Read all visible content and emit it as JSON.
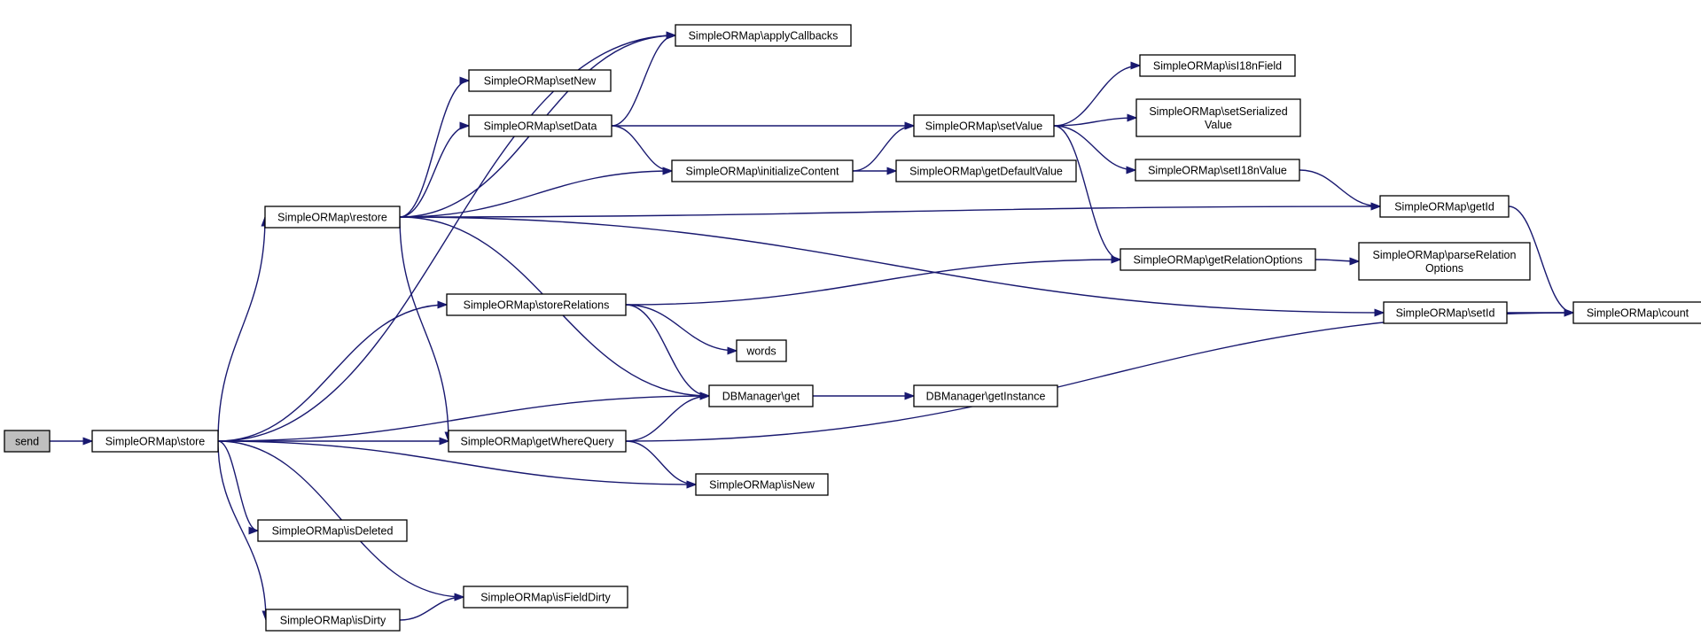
{
  "diagram": {
    "type": "call-graph",
    "nodes": [
      {
        "id": "send",
        "lines": [
          "send"
        ],
        "highlight": true
      },
      {
        "id": "store",
        "lines": [
          "SimpleORMap\\store"
        ]
      },
      {
        "id": "restore",
        "lines": [
          "SimpleORMap\\restore"
        ]
      },
      {
        "id": "applyCallbacks",
        "lines": [
          "SimpleORMap\\applyCallbacks"
        ]
      },
      {
        "id": "setNew",
        "lines": [
          "SimpleORMap\\setNew"
        ]
      },
      {
        "id": "setData",
        "lines": [
          "SimpleORMap\\setData"
        ]
      },
      {
        "id": "initializeContent",
        "lines": [
          "SimpleORMap\\initializeContent"
        ]
      },
      {
        "id": "storeRelations",
        "lines": [
          "SimpleORMap\\storeRelations"
        ]
      },
      {
        "id": "words",
        "lines": [
          "words"
        ]
      },
      {
        "id": "dbget",
        "lines": [
          "DBManager\\get"
        ]
      },
      {
        "id": "getInstance",
        "lines": [
          "DBManager\\getInstance"
        ]
      },
      {
        "id": "getWhereQuery",
        "lines": [
          "SimpleORMap\\getWhereQuery"
        ]
      },
      {
        "id": "isNew",
        "lines": [
          "SimpleORMap\\isNew"
        ]
      },
      {
        "id": "isDeleted",
        "lines": [
          "SimpleORMap\\isDeleted"
        ]
      },
      {
        "id": "isFieldDirty",
        "lines": [
          "SimpleORMap\\isFieldDirty"
        ]
      },
      {
        "id": "isDirty",
        "lines": [
          "SimpleORMap\\isDirty"
        ]
      },
      {
        "id": "setValue",
        "lines": [
          "SimpleORMap\\setValue"
        ]
      },
      {
        "id": "getDefaultValue",
        "lines": [
          "SimpleORMap\\getDefaultValue"
        ]
      },
      {
        "id": "isI18nField",
        "lines": [
          "SimpleORMap\\isI18nField"
        ]
      },
      {
        "id": "setSerializedValue",
        "lines": [
          "SimpleORMap\\setSerialized",
          "Value"
        ]
      },
      {
        "id": "setI18nValue",
        "lines": [
          "SimpleORMap\\setI18nValue"
        ]
      },
      {
        "id": "getRelationOptions",
        "lines": [
          "SimpleORMap\\getRelationOptions"
        ]
      },
      {
        "id": "parseRelationOptions",
        "lines": [
          "SimpleORMap\\parseRelation",
          "Options"
        ]
      },
      {
        "id": "getId",
        "lines": [
          "SimpleORMap\\getId"
        ]
      },
      {
        "id": "setId",
        "lines": [
          "SimpleORMap\\setId"
        ]
      },
      {
        "id": "count",
        "lines": [
          "SimpleORMap\\count"
        ]
      }
    ],
    "edges": [
      {
        "from": "send",
        "to": "store"
      },
      {
        "from": "store",
        "to": "applyCallbacks"
      },
      {
        "from": "store",
        "to": "restore"
      },
      {
        "from": "store",
        "to": "storeRelations"
      },
      {
        "from": "store",
        "to": "dbget"
      },
      {
        "from": "store",
        "to": "getWhereQuery"
      },
      {
        "from": "store",
        "to": "isNew"
      },
      {
        "from": "store",
        "to": "isDeleted"
      },
      {
        "from": "store",
        "to": "isFieldDirty"
      },
      {
        "from": "store",
        "to": "isDirty"
      },
      {
        "from": "restore",
        "to": "applyCallbacks"
      },
      {
        "from": "restore",
        "to": "setNew"
      },
      {
        "from": "restore",
        "to": "setData"
      },
      {
        "from": "restore",
        "to": "initializeContent"
      },
      {
        "from": "restore",
        "to": "getId"
      },
      {
        "from": "restore",
        "to": "setId"
      },
      {
        "from": "restore",
        "to": "dbget"
      },
      {
        "from": "restore",
        "to": "getWhereQuery"
      },
      {
        "from": "setData",
        "to": "applyCallbacks"
      },
      {
        "from": "setData",
        "to": "setValue"
      },
      {
        "from": "setData",
        "to": "initializeContent"
      },
      {
        "from": "initializeContent",
        "to": "setValue"
      },
      {
        "from": "initializeContent",
        "to": "getDefaultValue"
      },
      {
        "from": "setValue",
        "to": "isI18nField"
      },
      {
        "from": "setValue",
        "to": "setSerializedValue"
      },
      {
        "from": "setValue",
        "to": "setI18nValue"
      },
      {
        "from": "setValue",
        "to": "getRelationOptions"
      },
      {
        "from": "setI18nValue",
        "to": "getId"
      },
      {
        "from": "getId",
        "to": "count"
      },
      {
        "from": "getRelationOptions",
        "to": "parseRelationOptions"
      },
      {
        "from": "setId",
        "to": "count"
      },
      {
        "from": "storeRelations",
        "to": "getRelationOptions"
      },
      {
        "from": "storeRelations",
        "to": "words"
      },
      {
        "from": "storeRelations",
        "to": "dbget"
      },
      {
        "from": "dbget",
        "to": "getInstance"
      },
      {
        "from": "getWhereQuery",
        "to": "dbget"
      },
      {
        "from": "getWhereQuery",
        "to": "isNew"
      },
      {
        "from": "getWhereQuery",
        "to": "count"
      },
      {
        "from": "isDirty",
        "to": "isFieldDirty"
      }
    ]
  }
}
